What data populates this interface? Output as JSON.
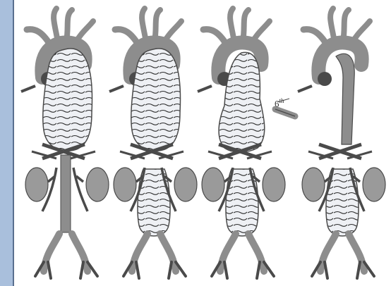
{
  "figure": {
    "annotation": {
      "number": "6",
      "suffix": "th"
    },
    "colors": {
      "vessel": "#8d8d8d",
      "vessel_dark": "#4a4a4a",
      "aneurysm_fill": "#eef0f4",
      "graft_stripe": "#2b2b2b",
      "kidney": "#9a9a9a",
      "page_background": "#a9bfdc",
      "panel_background": "#ffffff"
    },
    "panels": [
      {
        "name": "stage-1",
        "thoracic_aneurysm": true,
        "abdominal_aneurysm": false,
        "thoracic_graft": false,
        "abdominal_graft": false
      },
      {
        "name": "stage-2",
        "thoracic_aneurysm": true,
        "abdominal_aneurysm": true,
        "thoracic_graft": false,
        "abdominal_graft": false
      },
      {
        "name": "stage-3",
        "thoracic_aneurysm": true,
        "abdominal_aneurysm": true,
        "thoracic_graft": false,
        "abdominal_graft": true
      },
      {
        "name": "stage-4",
        "thoracic_aneurysm": false,
        "abdominal_aneurysm": true,
        "thoracic_graft": true,
        "abdominal_graft": true
      }
    ]
  }
}
